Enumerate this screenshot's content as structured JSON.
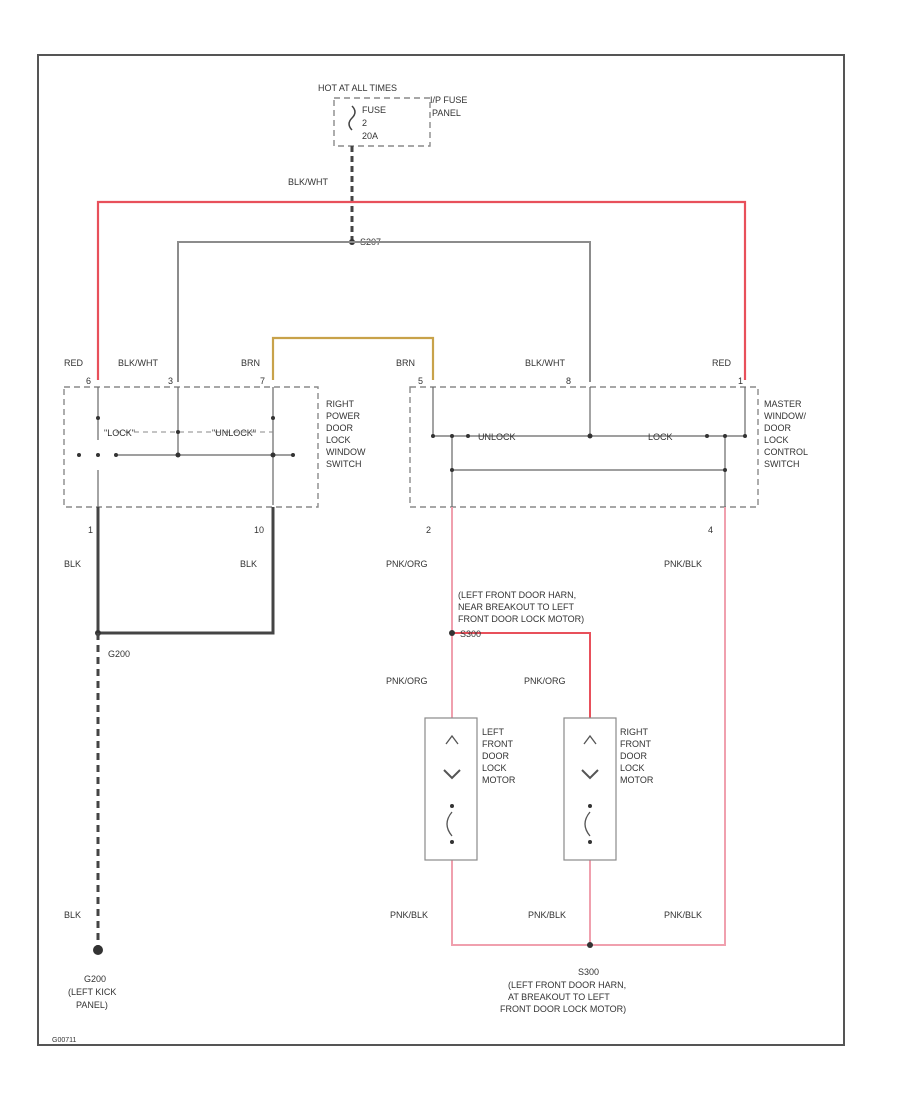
{
  "fuse": {
    "header": "HOT AT ALL TIMES",
    "label_fuse": "FUSE",
    "label_num": "2",
    "label_amps": "20A",
    "panel": [
      "I/P FUSE",
      "PANEL"
    ]
  },
  "splices": {
    "top": "S207",
    "ground_splice": "G200",
    "mid_right": "S300",
    "bottom": "S300"
  },
  "wires": {
    "blk_wht_top": "BLK/WHT",
    "red_left": "RED",
    "blk_wht_left": "BLK/WHT",
    "brn_left": "BRN",
    "brn_right": "BRN",
    "blk_wht_right": "BLK/WHT",
    "red_right": "RED",
    "blk_left_a": "BLK",
    "blk_left_b": "BLK",
    "pnk_org_left": "PNK/ORG",
    "pnk_blk_right": "PNK/BLK",
    "pnk_org_motor_left": "PNK/ORG",
    "pnk_org_motor_right": "PNK/ORG",
    "pnk_blk_bottom_left": "PNK/BLK",
    "pnk_blk_bottom_mid": "PNK/BLK",
    "pnk_blk_bottom_right": "PNK/BLK",
    "blk_ground": "BLK"
  },
  "pins": {
    "left_switch_top_left": "6",
    "left_switch_top_mid": "3",
    "left_switch_top_right": "7",
    "left_switch_bottom_left": "1",
    "left_switch_bottom_right": "10",
    "master_top_left": "5",
    "master_top_mid": "8",
    "master_top_right": "1",
    "master_bottom_left": "2",
    "master_bottom_right": "4"
  },
  "switch_positions": {
    "left_lock": "\"LOCK\"",
    "left_unlock": "\"UNLOCK\"",
    "master_unlock": "UNLOCK",
    "master_lock": "LOCK"
  },
  "components": {
    "right_switch": [
      "RIGHT",
      "POWER",
      "DOOR",
      "LOCK",
      "WINDOW",
      "SWITCH"
    ],
    "master_switch": [
      "MASTER",
      "WINDOW/",
      "DOOR",
      "LOCK",
      "CONTROL",
      "SWITCH"
    ],
    "left_motor": [
      "LEFT",
      "FRONT",
      "DOOR",
      "LOCK",
      "MOTOR"
    ],
    "right_motor": [
      "RIGHT",
      "FRONT",
      "DOOR",
      "LOCK",
      "MOTOR"
    ]
  },
  "notes": {
    "mid_splice_note": [
      "(LEFT FRONT DOOR HARN,",
      "NEAR BREAKOUT TO LEFT",
      "FRONT DOOR LOCK MOTOR)"
    ],
    "ground_location": [
      "(LEFT KICK",
      "PANEL)"
    ],
    "bottom_splice_note": [
      "(LEFT FRONT DOOR HARN,",
      "AT BREAKOUT TO LEFT",
      "FRONT DOOR LOCK MOTOR)"
    ]
  },
  "footer": {
    "code": "G00711"
  },
  "colors": {
    "red_wire": "#e8505b",
    "pink_wire": "#f0a0ae",
    "brown_wire": "#c8a24a",
    "gray_wire": "#8c8c8c",
    "black_wire": "#444444",
    "border": "#555555"
  }
}
